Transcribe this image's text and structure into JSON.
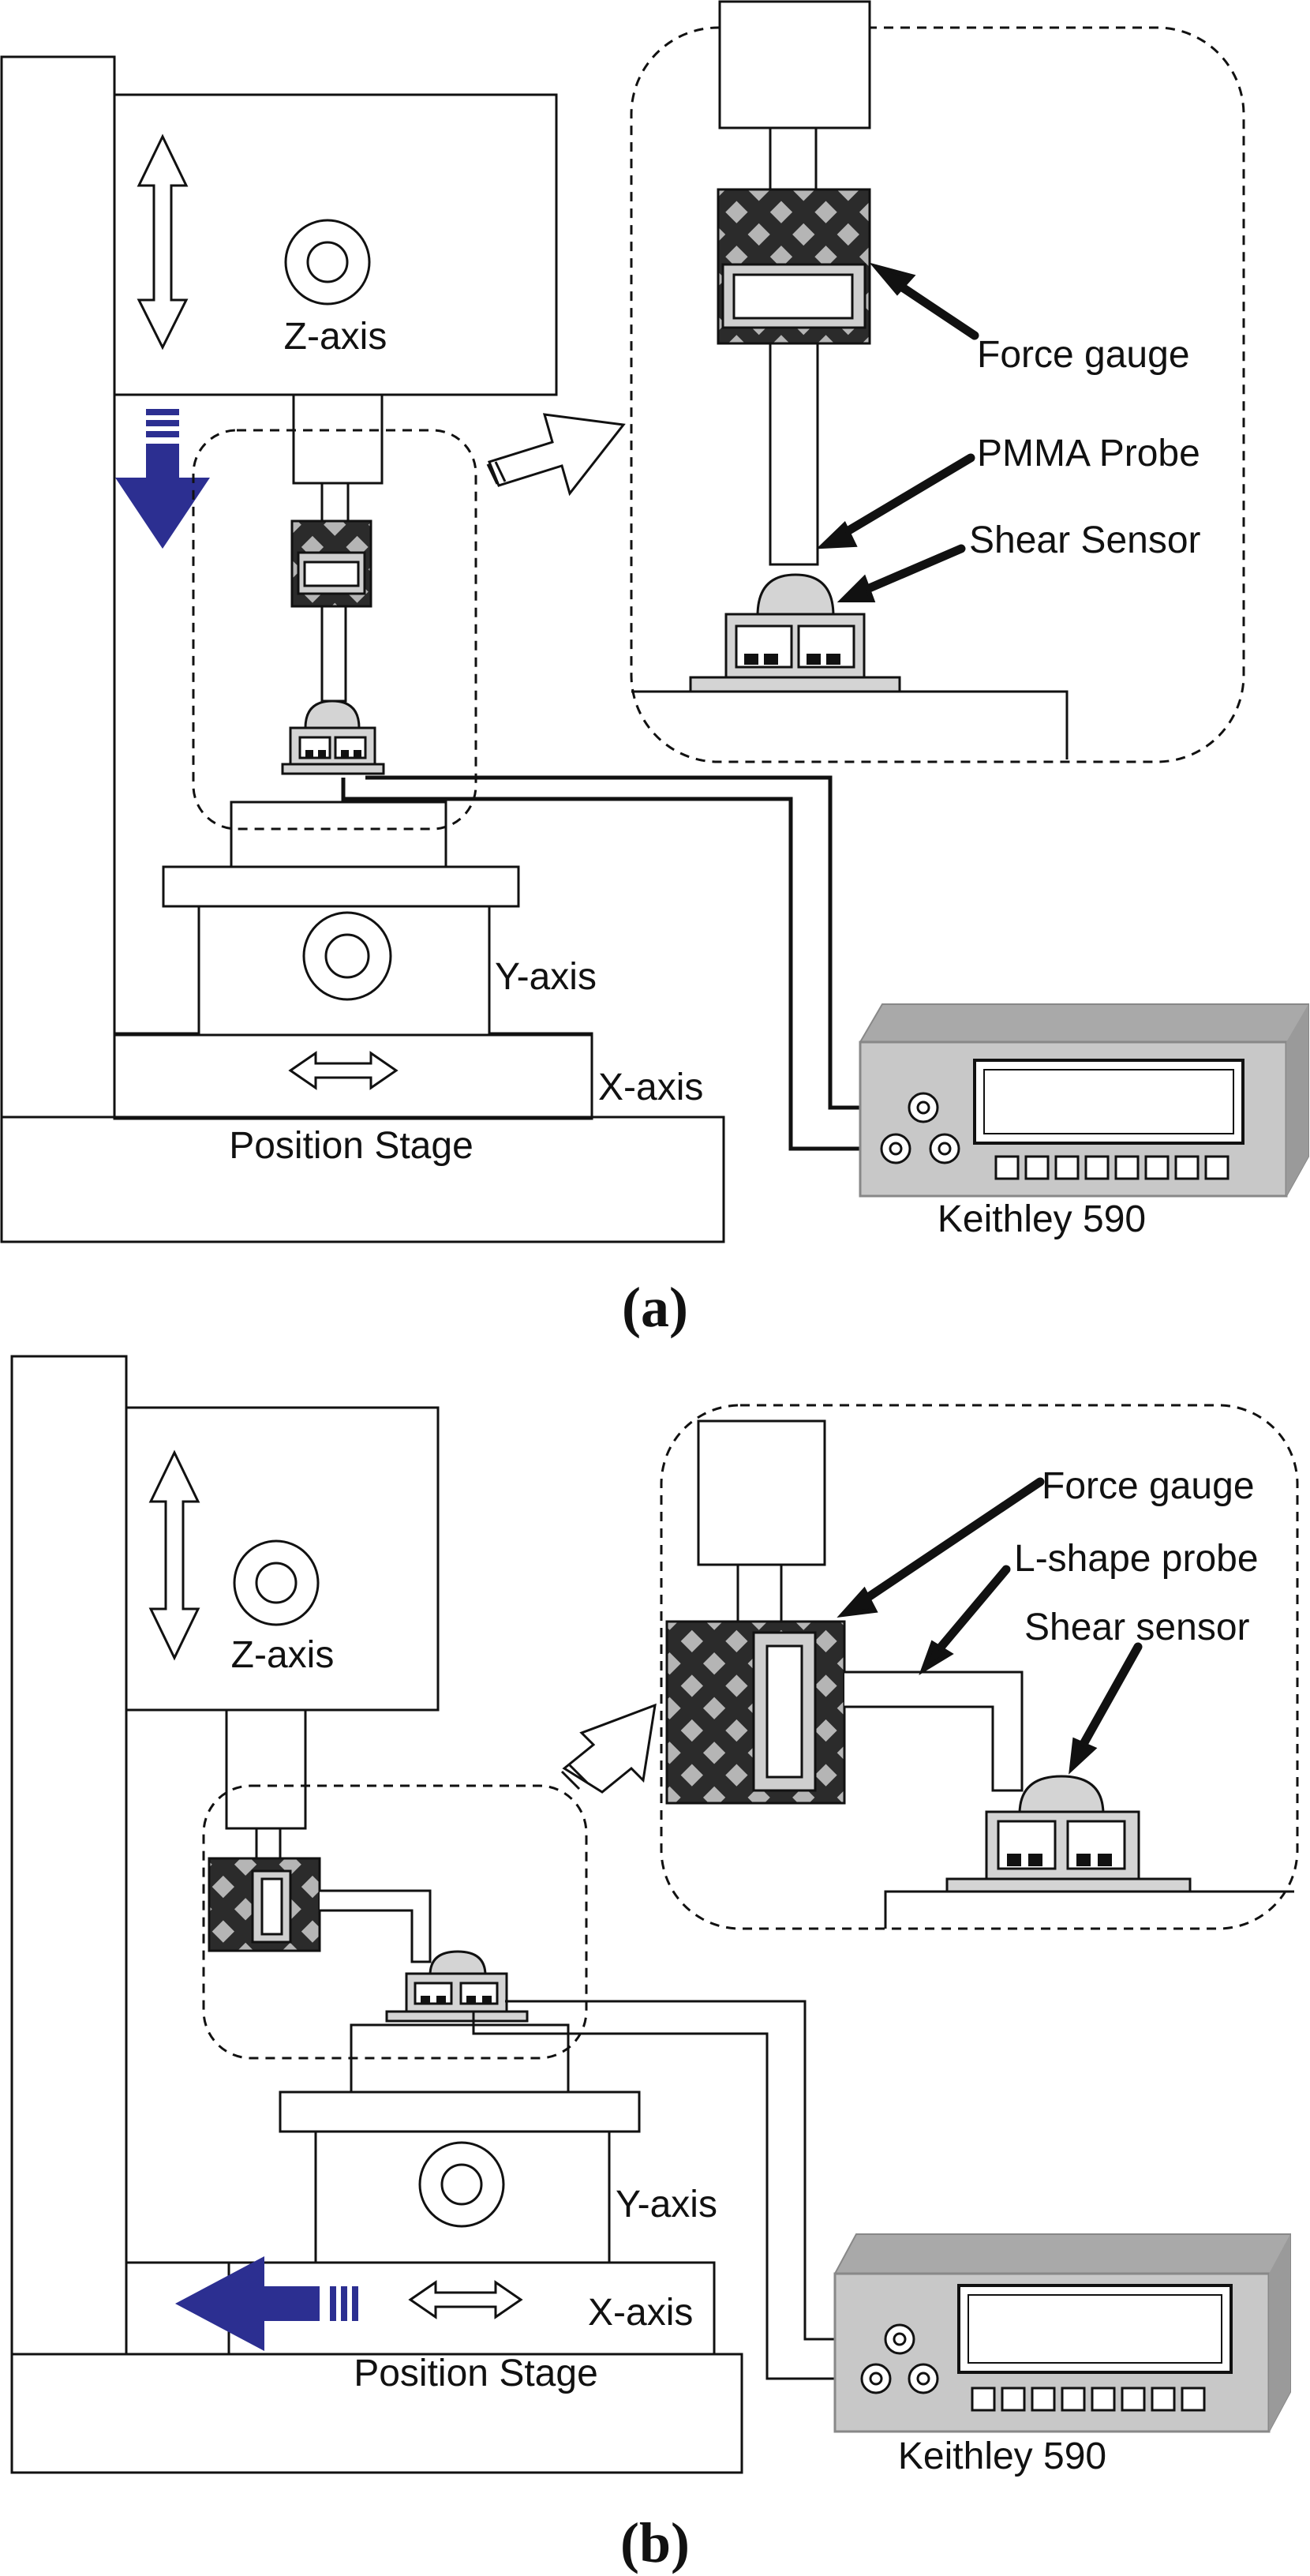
{
  "panel_a": {
    "z_axis": "Z-axis",
    "y_axis": "Y-axis",
    "x_axis": "X-axis",
    "position_stage": "Position Stage",
    "instrument": "Keithley 590",
    "callout_force_gauge": "Force gauge",
    "callout_probe": "PMMA Probe",
    "callout_sensor": "Shear Sensor",
    "caption": "(a)"
  },
  "panel_b": {
    "z_axis": "Z-axis",
    "y_axis": "Y-axis",
    "x_axis": "X-axis",
    "position_stage": "Position Stage",
    "instrument": "Keithley 590",
    "callout_force_gauge": "Force gauge",
    "callout_probe": "L-shape probe",
    "callout_sensor": "Shear sensor",
    "caption": "(b)"
  },
  "colors": {
    "motion_arrow": "#2c2f91",
    "gauge_dark": "#2b2b2b",
    "gauge_light": "#b5b5b5",
    "instrument_body": "#c8c8c8"
  }
}
